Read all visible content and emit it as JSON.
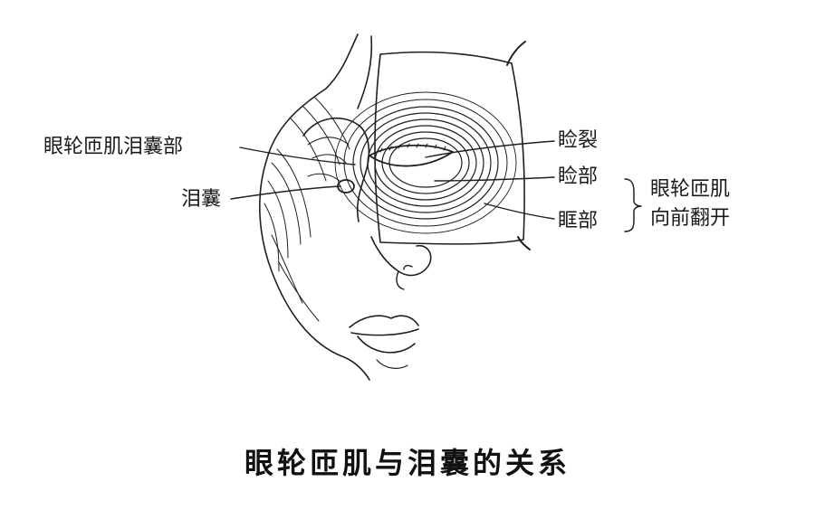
{
  "figure": {
    "caption": "眼轮匝肌与泪囊的关系",
    "labels": {
      "lacrimal_part": "眼轮匝肌泪囊部",
      "lacrimal_sac": "泪囊",
      "palpebral_fissure": "睑裂",
      "palpebral_part": "睑部",
      "orbital_part": "眶部",
      "group_line1": "眼轮匝肌",
      "group_line2": "向前翻开"
    }
  }
}
